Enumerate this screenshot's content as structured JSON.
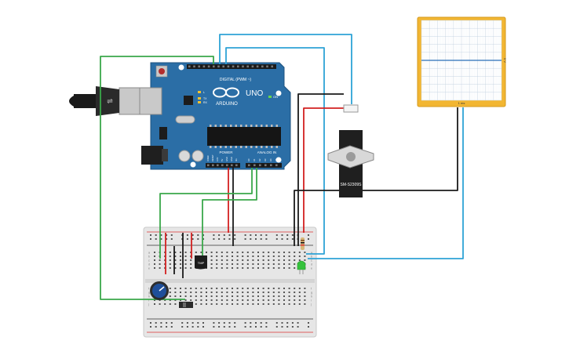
{
  "arduino": {
    "brand": "ARDUINO",
    "model": "UNO",
    "digital_header_label": "DIGITAL (PWM ~)",
    "power_label": "POWER",
    "analog_label": "ANALOG IN",
    "on_label": "ON",
    "tx_label": "TX",
    "rx_label": "RX",
    "l_label": "L",
    "power_pins": [
      "IOREF",
      "RESET",
      "3.3V",
      "5V",
      "GND",
      "GND",
      "Vin"
    ],
    "analog_pins": [
      "A0",
      "A1",
      "A2",
      "A3",
      "A4",
      "A5"
    ]
  },
  "servo": {
    "model": "SM-S2309S"
  },
  "sensor": {
    "label": "TMP"
  },
  "oscilloscope": {
    "time_label": "1 ms",
    "volt_label": "5 V",
    "trace_level": 0.5,
    "grid_divisions": 10
  },
  "breadboard": {
    "rows": 30,
    "row_letters_top": [
      "a",
      "b",
      "c",
      "d",
      "e"
    ],
    "row_letters_bottom": [
      "f",
      "g",
      "h",
      "i",
      "j"
    ]
  },
  "colors": {
    "board_blue": "#2b6ea6",
    "wire_green": "#3aa84a",
    "wire_blue": "#2ea3d6",
    "wire_red": "#d32020",
    "wire_black": "#1a1a1a",
    "scope_frame": "#f2b632",
    "led_green": "#35c23c",
    "pot_blue": "#1f4f9a"
  }
}
